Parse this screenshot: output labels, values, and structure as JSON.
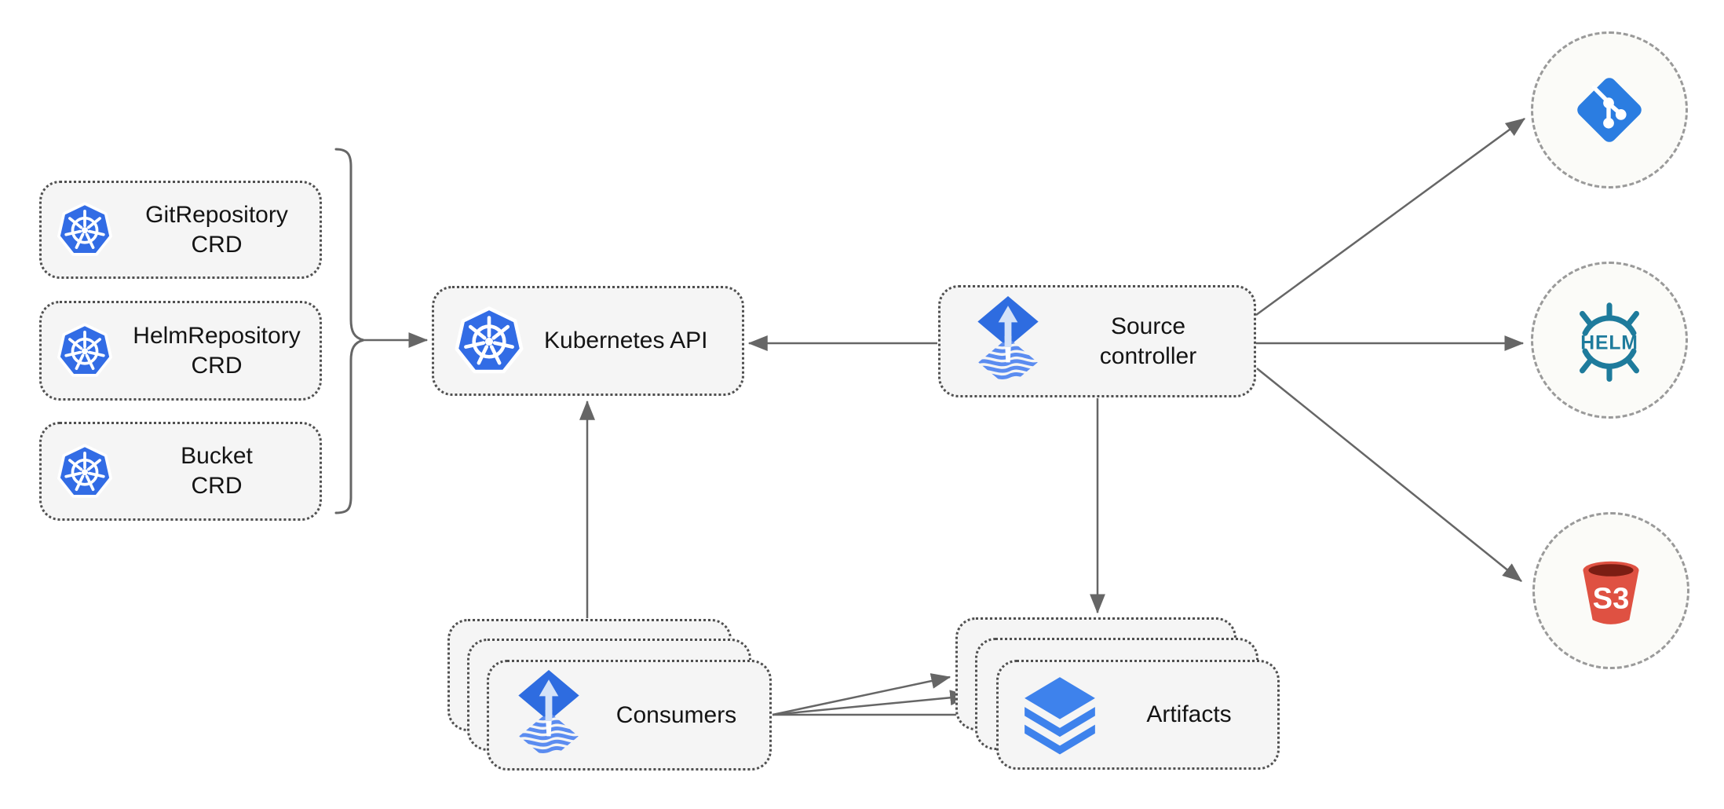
{
  "diagram": {
    "nodes": {
      "crds": [
        {
          "icon": "kubernetes-icon",
          "lines": [
            "GitRepository",
            "CRD"
          ]
        },
        {
          "icon": "kubernetes-icon",
          "lines": [
            "HelmRepository",
            "CRD"
          ]
        },
        {
          "icon": "kubernetes-icon",
          "lines": [
            "Bucket",
            "CRD"
          ]
        }
      ],
      "kubernetes_api": {
        "icon": "kubernetes-icon",
        "label": "Kubernetes API"
      },
      "source_controller": {
        "icon": "flux-source-controller-icon",
        "lines": [
          "Source",
          "controller"
        ]
      },
      "consumers": {
        "icon": "flux-icon",
        "label": "Consumers",
        "stacked": 3
      },
      "artifacts": {
        "icon": "layers-icon",
        "label": "Artifacts",
        "stacked": 3
      },
      "external_sources": [
        {
          "icon": "git-icon",
          "label": ""
        },
        {
          "icon": "helm-icon",
          "label": "HELM"
        },
        {
          "icon": "s3-bucket-icon",
          "label": "S3"
        }
      ]
    },
    "edges": [
      {
        "from": "crd-group",
        "to": "kubernetes-api"
      },
      {
        "from": "source-controller",
        "to": "kubernetes-api"
      },
      {
        "from": "consumers",
        "to": "kubernetes-api"
      },
      {
        "from": "source-controller",
        "to": "artifacts"
      },
      {
        "from": "source-controller",
        "to": "git"
      },
      {
        "from": "source-controller",
        "to": "helm"
      },
      {
        "from": "source-controller",
        "to": "s3-bucket"
      },
      {
        "from": "consumers",
        "to": "artifacts",
        "count": 3
      }
    ],
    "colors": {
      "background": "#ffffff",
      "node_fill": "#f5f5f5",
      "node_border": "#4f4f4f",
      "circle_fill": "#fbfbf8",
      "circle_border": "#9a9a9a",
      "connector": "#666666",
      "text": "#141414",
      "kubernetes_blue": "#326ce5",
      "flux_blue": "#2e6ce0",
      "flux_wave_blue": "#5b8cf0",
      "flux_arrow_light": "#d4e2f8",
      "layers_blue": "#3e82ec",
      "git_blue": "#2b7de1",
      "helm_teal": "#1e7b9c",
      "s3_red": "#df5142",
      "s3_dark_red": "#7b1d13"
    }
  }
}
